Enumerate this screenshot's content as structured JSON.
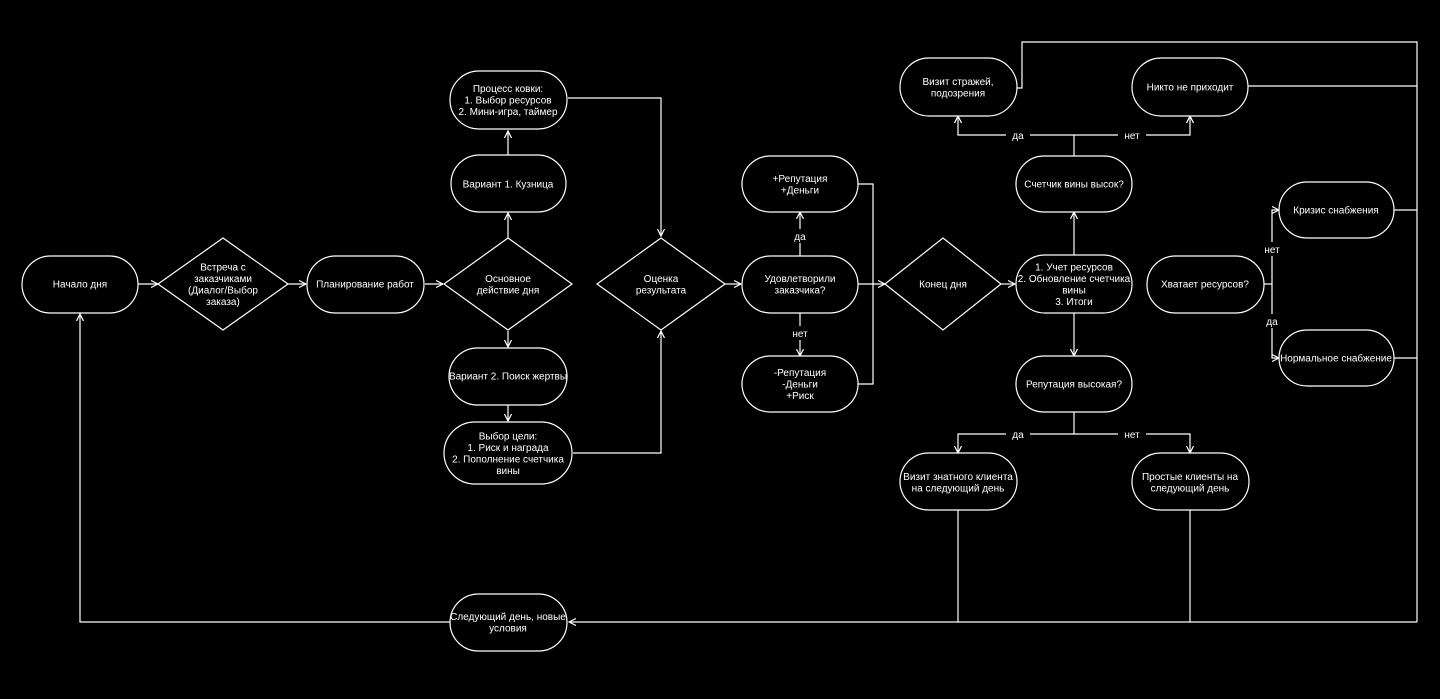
{
  "nodes": {
    "start": {
      "lines": [
        "Начало дня"
      ]
    },
    "meet": {
      "lines": [
        "Встреча с",
        "заказчиками",
        "(Диалог/Выбор",
        "заказа)"
      ]
    },
    "plan": {
      "lines": [
        "Планирование работ"
      ]
    },
    "main_action": {
      "lines": [
        "Основное",
        "действие дня"
      ]
    },
    "variant1": {
      "lines": [
        "Вариант 1. Кузница"
      ]
    },
    "forge": {
      "lines": [
        "Процесс ковки:",
        "1. Выбор ресурсов",
        "2. Мини-игра, таймер"
      ]
    },
    "variant2": {
      "lines": [
        "Вариант 2. Поиск жертвы"
      ]
    },
    "target": {
      "lines": [
        "Выбор цели:",
        "1. Риск и награда",
        "2. Пополнение счетчика",
        "вины"
      ]
    },
    "evaluate": {
      "lines": [
        "Оценка",
        "результата"
      ]
    },
    "satisfied": {
      "lines": [
        "Удовлетворили",
        "заказчика?"
      ]
    },
    "plus": {
      "lines": [
        "+Репутация",
        "+Деньги"
      ]
    },
    "minus": {
      "lines": [
        "-Репутация",
        "-Деньги",
        "+Риск"
      ]
    },
    "day_end": {
      "lines": [
        "Конец дня"
      ]
    },
    "accounting": {
      "lines": [
        "1. Учет ресурсов",
        "2. Обновление счетчика",
        "вины",
        "3. Итоги"
      ]
    },
    "guilt_high": {
      "lines": [
        "Счетчик вины высок?"
      ]
    },
    "guards": {
      "lines": [
        "Визит стражей,",
        "подозрения"
      ]
    },
    "nobody": {
      "lines": [
        "Никто не приходит"
      ]
    },
    "rep_high": {
      "lines": [
        "Репутация высокая?"
      ]
    },
    "noble": {
      "lines": [
        "Визит знатного клиента",
        "на следующий день"
      ]
    },
    "simple": {
      "lines": [
        "Простые клиенты на",
        "следующий день"
      ]
    },
    "resources": {
      "lines": [
        "Хватает ресурсов?"
      ]
    },
    "crisis": {
      "lines": [
        "Кризис снабжения"
      ]
    },
    "normal": {
      "lines": [
        "Нормальное снабжение"
      ]
    },
    "next_day": {
      "lines": [
        "Следующий день, новые",
        "условия"
      ]
    }
  },
  "edge_labels": {
    "satisfied_yes": "да",
    "satisfied_no": "нет",
    "guilt_yes": "да",
    "guilt_no": "нет",
    "rep_yes": "да",
    "rep_no": "нет",
    "res_no": "нет",
    "res_yes": "да"
  }
}
